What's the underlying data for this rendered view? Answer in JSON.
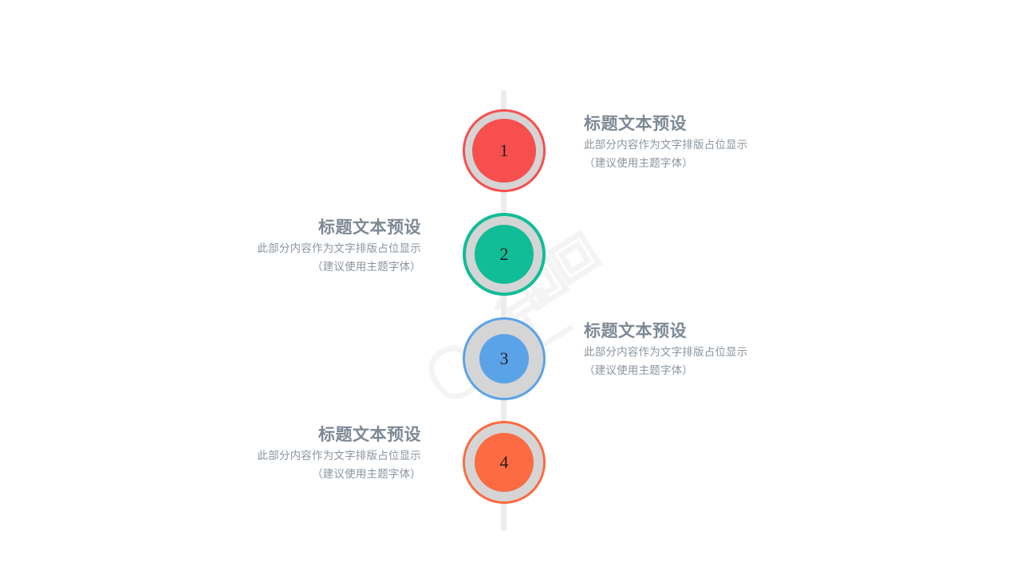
{
  "slide": {
    "background_color": "#ffffff",
    "spine_color": "#ececec",
    "ring_gray": "#d5d5d5",
    "heading_color": "#7e8895",
    "body_color": "#8b949f",
    "number_color": "#231f20"
  },
  "watermark": {
    "text": "ppt宝藏网",
    "color": "#efefef"
  },
  "items": [
    {
      "number": "1",
      "color": "#f74e4e",
      "side": "right",
      "heading": "标题文本预设",
      "body": "此部分内容作为文字排版占位显示 （建议使用主题字体）"
    },
    {
      "number": "2",
      "color": "#10bd97",
      "side": "left",
      "heading": "标题文本预设",
      "body": "此部分内容作为文字排版占位显示 （建议使用主题字体）"
    },
    {
      "number": "3",
      "color": "#5ba3e8",
      "side": "right",
      "heading": "标题文本预设",
      "body": "此部分内容作为文字排版占位显示 （建议使用主题字体）"
    },
    {
      "number": "4",
      "color": "#fc6b41",
      "side": "left",
      "heading": "标题文本预设",
      "body": "此部分内容作为文字排版占位显示 （建议使用主题字体）"
    }
  ]
}
